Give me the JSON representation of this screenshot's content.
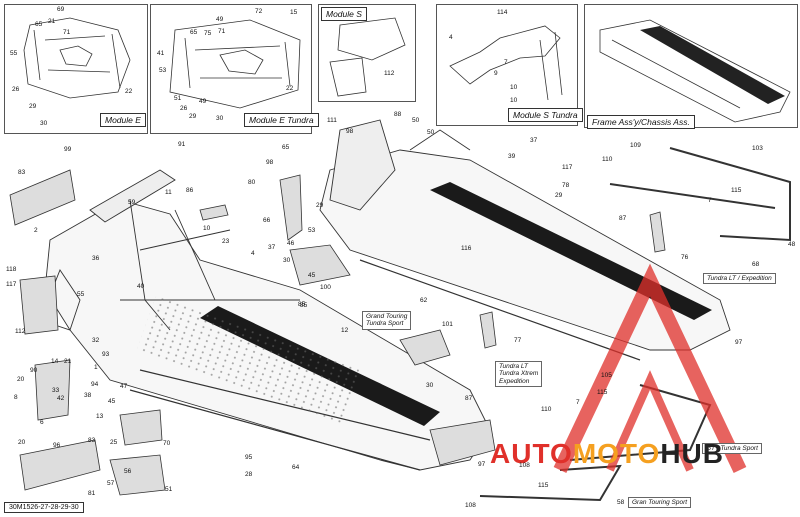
{
  "insets": [
    {
      "id": "module-e",
      "title": "Module E",
      "ref": "99"
    },
    {
      "id": "module-e-tundra",
      "title": "Module E Tundra",
      "ref": "91"
    },
    {
      "id": "module-s",
      "title": "Module S",
      "ref": "111"
    },
    {
      "id": "module-s-tundra",
      "title": "Module S Tundra",
      "ref": ""
    },
    {
      "id": "frame-assy",
      "title": "Frame Ass'y/Chassis Ass.",
      "ref": "103"
    }
  ],
  "variant_labels": {
    "grand_touring": "Grand Touring\nTundra Sport",
    "tundra_lt": "Tundra LT\nTundra Xtrem\nExpedition",
    "tundra_lt_exp": "Tundra LT / Expedition",
    "tundra_sport": "GT / Tundra Sport",
    "gran_touring": "Gran Touring Sport"
  },
  "diagram_code": "30M1526-27-28-29-30",
  "watermark": {
    "brand_left": "AUTO",
    "brand_mid": "MOTO",
    "brand_right": "HUB",
    "color": "#e0302a",
    "color2": "#f5a020"
  },
  "callouts": {
    "c1": "69",
    "c2": "65",
    "c3": "21",
    "c4": "71",
    "c5": "55",
    "c6": "26",
    "c7": "29",
    "c8": "30",
    "c9": "22",
    "c10": "99",
    "c11": "49",
    "c12": "65",
    "c13": "75",
    "c14": "71",
    "c15": "41",
    "c16": "53",
    "c17": "51",
    "c18": "26",
    "c19": "29",
    "c20": "30",
    "c21": "49",
    "c22": "22",
    "c23": "91",
    "c24": "72",
    "c25": "15",
    "c26": "112",
    "c27": "111",
    "c28": "114",
    "c29": "4",
    "c30": "7",
    "c31": "9",
    "c32": "10",
    "c33": "10",
    "c34": "103",
    "c35": "83",
    "c36": "11",
    "c37": "86",
    "c38": "59",
    "c39": "10",
    "c40": "66",
    "c41": "23",
    "c42": "4",
    "c43": "37",
    "c44": "46",
    "c45": "30",
    "c46": "53",
    "c47": "100",
    "c48": "45",
    "c49": "85",
    "c50": "12",
    "c51": "80",
    "c52": "98",
    "c53": "65",
    "c54": "88",
    "c55": "50",
    "c56": "50",
    "c57": "98",
    "c58": "37",
    "c59": "39",
    "c60": "117",
    "c61": "78",
    "c62": "29",
    "c63": "29",
    "c64": "116",
    "c65": "87",
    "c66": "62",
    "c67": "97",
    "c68": "110",
    "c69": "109",
    "c70": "115",
    "c71": "7",
    "c72": "76",
    "c73": "68",
    "c74": "48",
    "c75": "101",
    "c76": "77",
    "c77": "105",
    "c78": "115",
    "c79": "7",
    "c80": "110",
    "c81": "108",
    "c82": "97",
    "c83": "115",
    "c84": "108",
    "c85": "58",
    "c86": "64",
    "c87": "87",
    "c88": "95",
    "c89": "28",
    "c90": "51",
    "c91": "70",
    "c92": "57",
    "c93": "56",
    "c94": "25",
    "c95": "81",
    "c96": "83",
    "c97": "96",
    "c98": "20",
    "c99": "8",
    "c100": "90",
    "c101": "20",
    "c102": "14",
    "c103": "21",
    "c104": "112",
    "c105": "117",
    "c106": "118",
    "c107": "2",
    "c108": "55",
    "c109": "47",
    "c110": "85",
    "c111": "32",
    "c112": "94",
    "c113": "30",
    "c114": "38",
    "c115": "45",
    "c116": "13",
    "c117": "1",
    "c118": "42",
    "c119": "6",
    "c120": "93",
    "c121": "33",
    "c122": "36",
    "c123": "40"
  }
}
